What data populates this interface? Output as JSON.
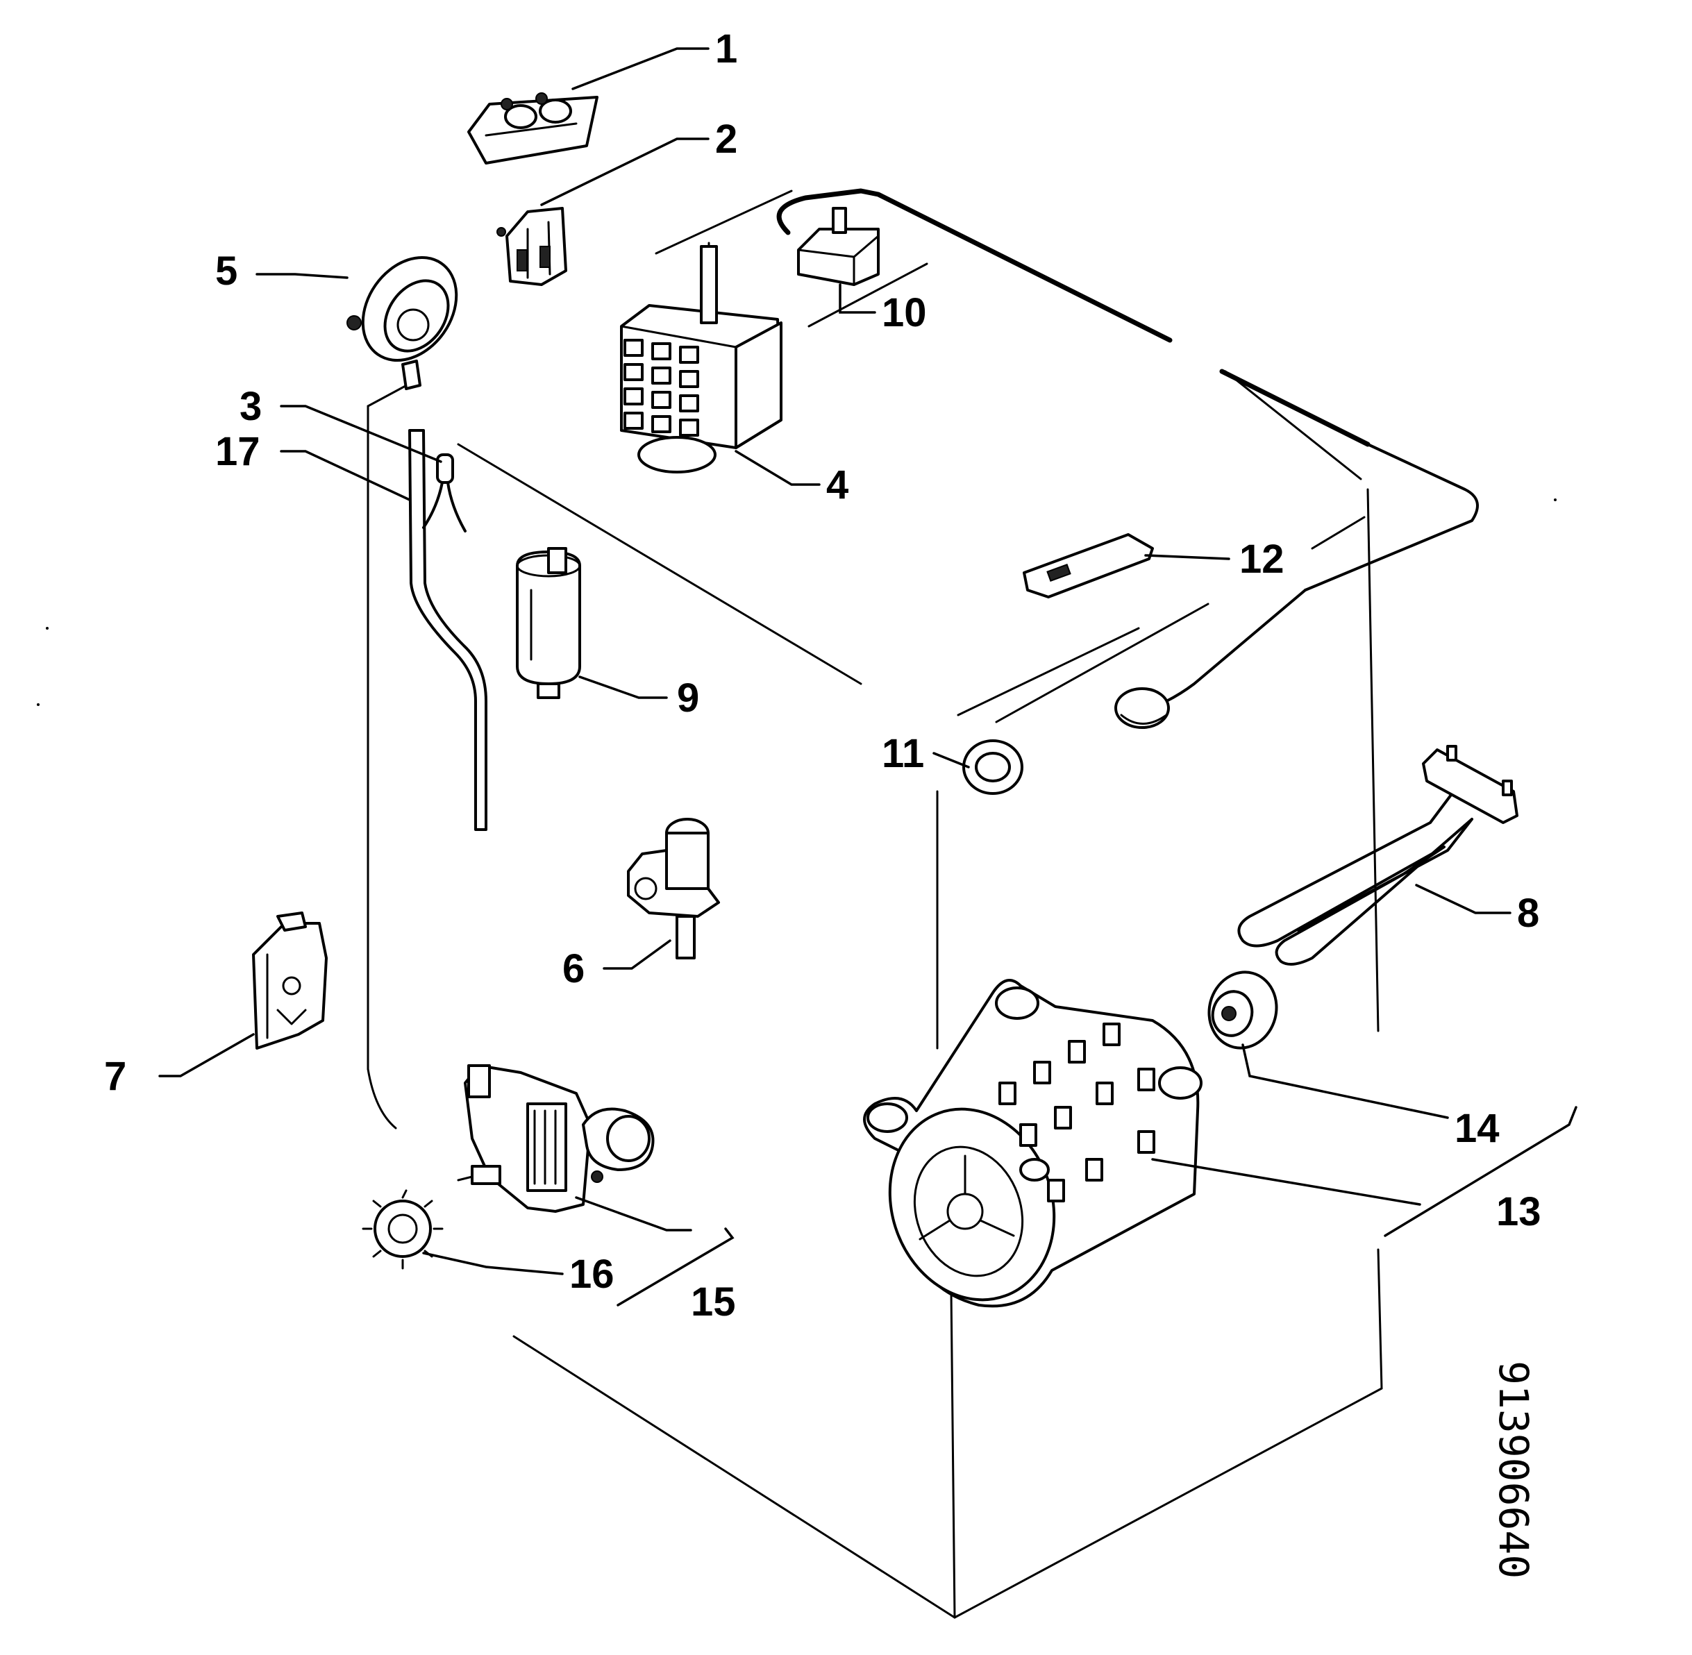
{
  "diagram": {
    "reference_code": "913906640",
    "callouts": [
      {
        "id": "1",
        "text": "1"
      },
      {
        "id": "2",
        "text": "2"
      },
      {
        "id": "3",
        "text": "3"
      },
      {
        "id": "4",
        "text": "4"
      },
      {
        "id": "5",
        "text": "5"
      },
      {
        "id": "6",
        "text": "6"
      },
      {
        "id": "7",
        "text": "7"
      },
      {
        "id": "8",
        "text": "8"
      },
      {
        "id": "9",
        "text": "9"
      },
      {
        "id": "10",
        "text": "10"
      },
      {
        "id": "11",
        "text": "11"
      },
      {
        "id": "12",
        "text": "12"
      },
      {
        "id": "13",
        "text": "13"
      },
      {
        "id": "14",
        "text": "14"
      },
      {
        "id": "15",
        "text": "15"
      },
      {
        "id": "16",
        "text": "16"
      },
      {
        "id": "17",
        "text": "17"
      }
    ]
  },
  "colors": {
    "ink": "#000000",
    "paper": "#ffffff"
  }
}
